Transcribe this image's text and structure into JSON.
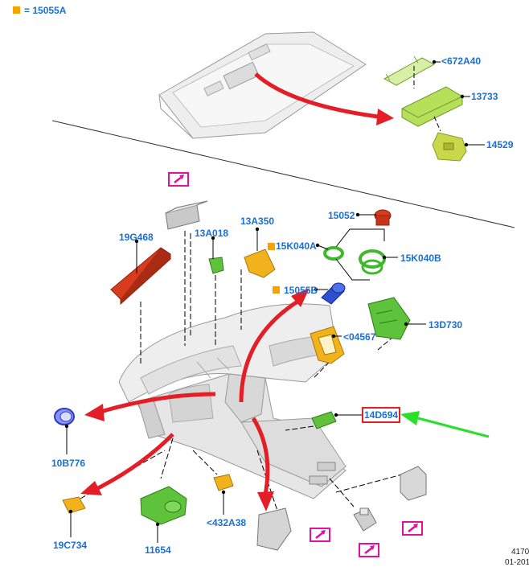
{
  "legend": {
    "text": "= 15055A",
    "color": "#f4a300"
  },
  "callouts": {
    "c672A40": "<672A40",
    "c13733": "13733",
    "c14529": "14529",
    "c15052": "15052",
    "c15K040A": "15K040A",
    "c15K040B": "15K040B",
    "c15055B": "15055B",
    "c13D730": "13D730",
    "c04567": "<04567",
    "c19G468": "19G468",
    "c13A018": "13A018",
    "c13A350": "13A350",
    "c14D694": "14D694",
    "c10B776": "10B776",
    "c19C734": "19C734",
    "c11654": "11654",
    "c432A38": "<432A38"
  },
  "footer": {
    "line1": "4170",
    "line2": "01-201"
  },
  "colors": {
    "label": "#1a6fd6",
    "arrow_red": "#e41e26",
    "arrow_green": "#28e028",
    "symbol": "#e0119f",
    "part_green": "#5ec33a",
    "part_yellow": "#f2b21c",
    "part_red": "#d83b1e",
    "part_blue": "#2e4fd0",
    "part_lime": "#b6e05a"
  }
}
